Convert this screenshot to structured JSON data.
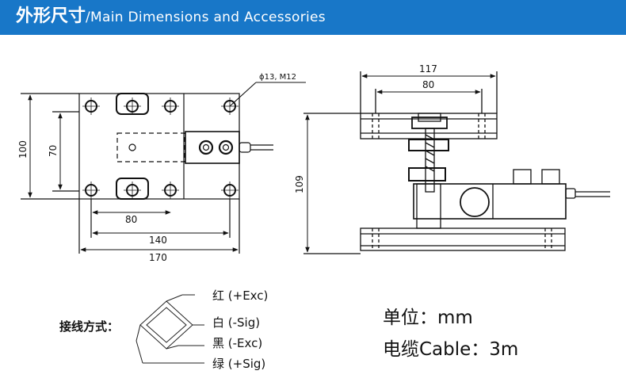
{
  "header": {
    "title_cn": "外形尺寸",
    "title_en": "/Main Dimensions and Accessories",
    "bg_color": "#1877c8"
  },
  "front_view": {
    "hole_spec": "ϕ13, M12",
    "dims": {
      "d80": "80",
      "d140": "140",
      "d170": "170",
      "d100": "100",
      "d70": "70"
    }
  },
  "side_view": {
    "dims": {
      "d117": "117",
      "d80": "80",
      "d109": "109"
    }
  },
  "wiring": {
    "label": "接线方式：",
    "wires": [
      {
        "label": "红 (+Exc)"
      },
      {
        "label": "白 (-Sig)"
      },
      {
        "label": "黑 (-Exc)"
      },
      {
        "label": "绿 (+Sig)"
      }
    ]
  },
  "specs": {
    "unit": "单位：mm",
    "cable": "电缆Cable：3m"
  }
}
